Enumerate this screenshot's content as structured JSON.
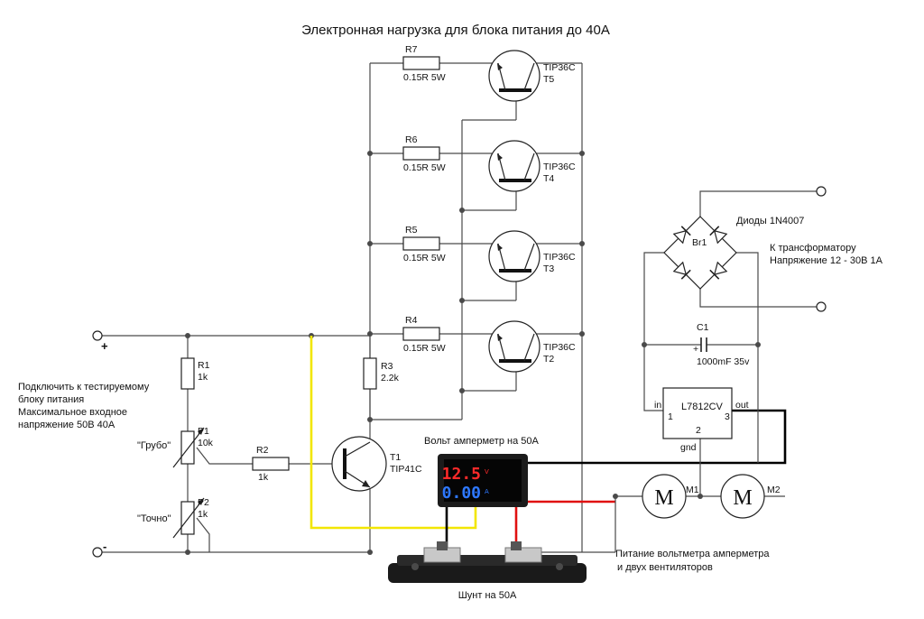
{
  "title": "Электронная нагрузка для блока питания до 40А",
  "transistors_power": [
    {
      "ref": "T5",
      "type": "TIP36C",
      "resistor": "R7",
      "resistor_value": "0.15R 5W"
    },
    {
      "ref": "T4",
      "type": "TIP36C",
      "resistor": "R6",
      "resistor_value": "0.15R 5W"
    },
    {
      "ref": "T3",
      "type": "TIP36C",
      "resistor": "R5",
      "resistor_value": "0.15R 5W"
    },
    {
      "ref": "T2",
      "type": "TIP36C",
      "resistor": "R4",
      "resistor_value": "0.15R 5W"
    }
  ],
  "driver": {
    "ref": "T1",
    "type": "TIP41C"
  },
  "r3": {
    "ref": "R3",
    "value": "2.2k"
  },
  "r1": {
    "ref": "R1",
    "value": "1k"
  },
  "r2": {
    "ref": "R2",
    "value": "1k"
  },
  "p1": {
    "ref": "P1",
    "value": "10k",
    "name": "\"Грубо\""
  },
  "p2": {
    "ref": "P2",
    "value": "1k",
    "name": "\"Точно\""
  },
  "input": {
    "plus": "+",
    "minus": "-",
    "line1": "Подключить к тестируемому",
    "line2": "блоку питания",
    "line3": "Максимальное входное",
    "line4": "напряжение 50В 40А"
  },
  "bridge": {
    "ref": "Br1",
    "diodes": "Диоды 1N4007"
  },
  "transformer": {
    "line1": "К трансформатору",
    "line2": "Напряжение 12 - 30В 1А"
  },
  "c1": {
    "ref": "C1",
    "value": "1000mF 35v",
    "plus": "+"
  },
  "regulator": {
    "name": "L7812CV",
    "pin_in": "in",
    "pin_out": "out",
    "pin_gnd": "gnd",
    "n1": "1",
    "n2": "2",
    "n3": "3"
  },
  "meter": {
    "title": "Вольт амперметр на 50А",
    "volts": "12.5",
    "amps": "0.00",
    "unit_v": "V",
    "unit_a": "A"
  },
  "fans": [
    {
      "ref": "M1",
      "symbol": "M"
    },
    {
      "ref": "M2",
      "symbol": "M"
    }
  ],
  "fans_note": {
    "line1": "Питание вольтметра амперметра",
    "line2": "и двух вентиляторов"
  },
  "shunt": {
    "label": "Шунт на 50А"
  },
  "colors": {
    "wire": "#4a4a4a",
    "yellow_wire": "#f2e600",
    "red_wire": "#e01010",
    "black_wire": "#000000",
    "display_red": "#ff2a2a",
    "display_blue": "#2e78ff"
  }
}
